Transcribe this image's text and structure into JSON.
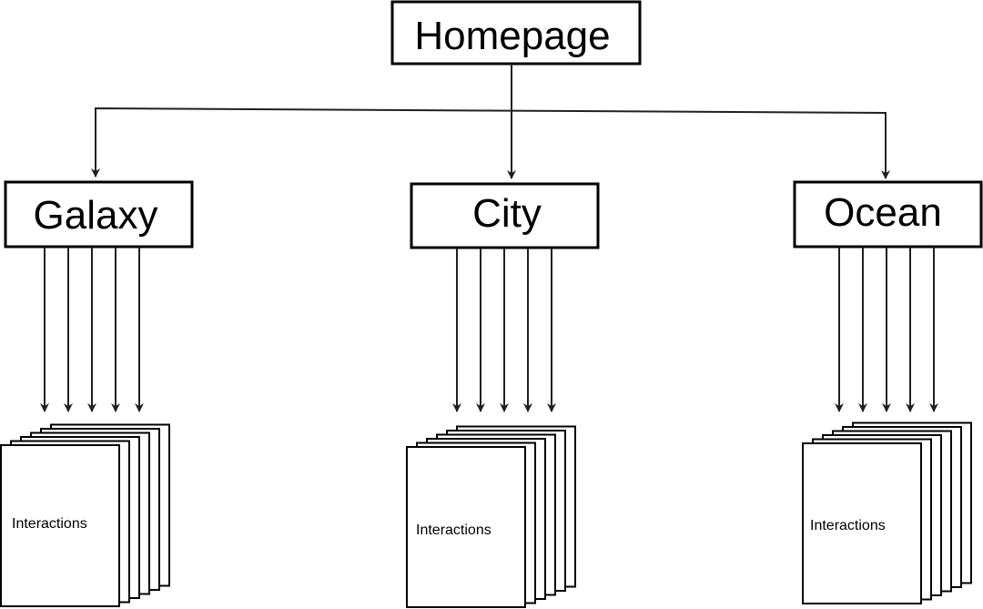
{
  "root": {
    "label": "Homepage"
  },
  "children": [
    {
      "label": "Galaxy",
      "pages_label": "Interactions"
    },
    {
      "label": "City",
      "pages_label": "Interactions"
    },
    {
      "label": "Ocean",
      "pages_label": "Interactions"
    }
  ],
  "colors": {
    "line": "#231f20",
    "box_stroke": "#000000",
    "background": "#ffffff"
  }
}
